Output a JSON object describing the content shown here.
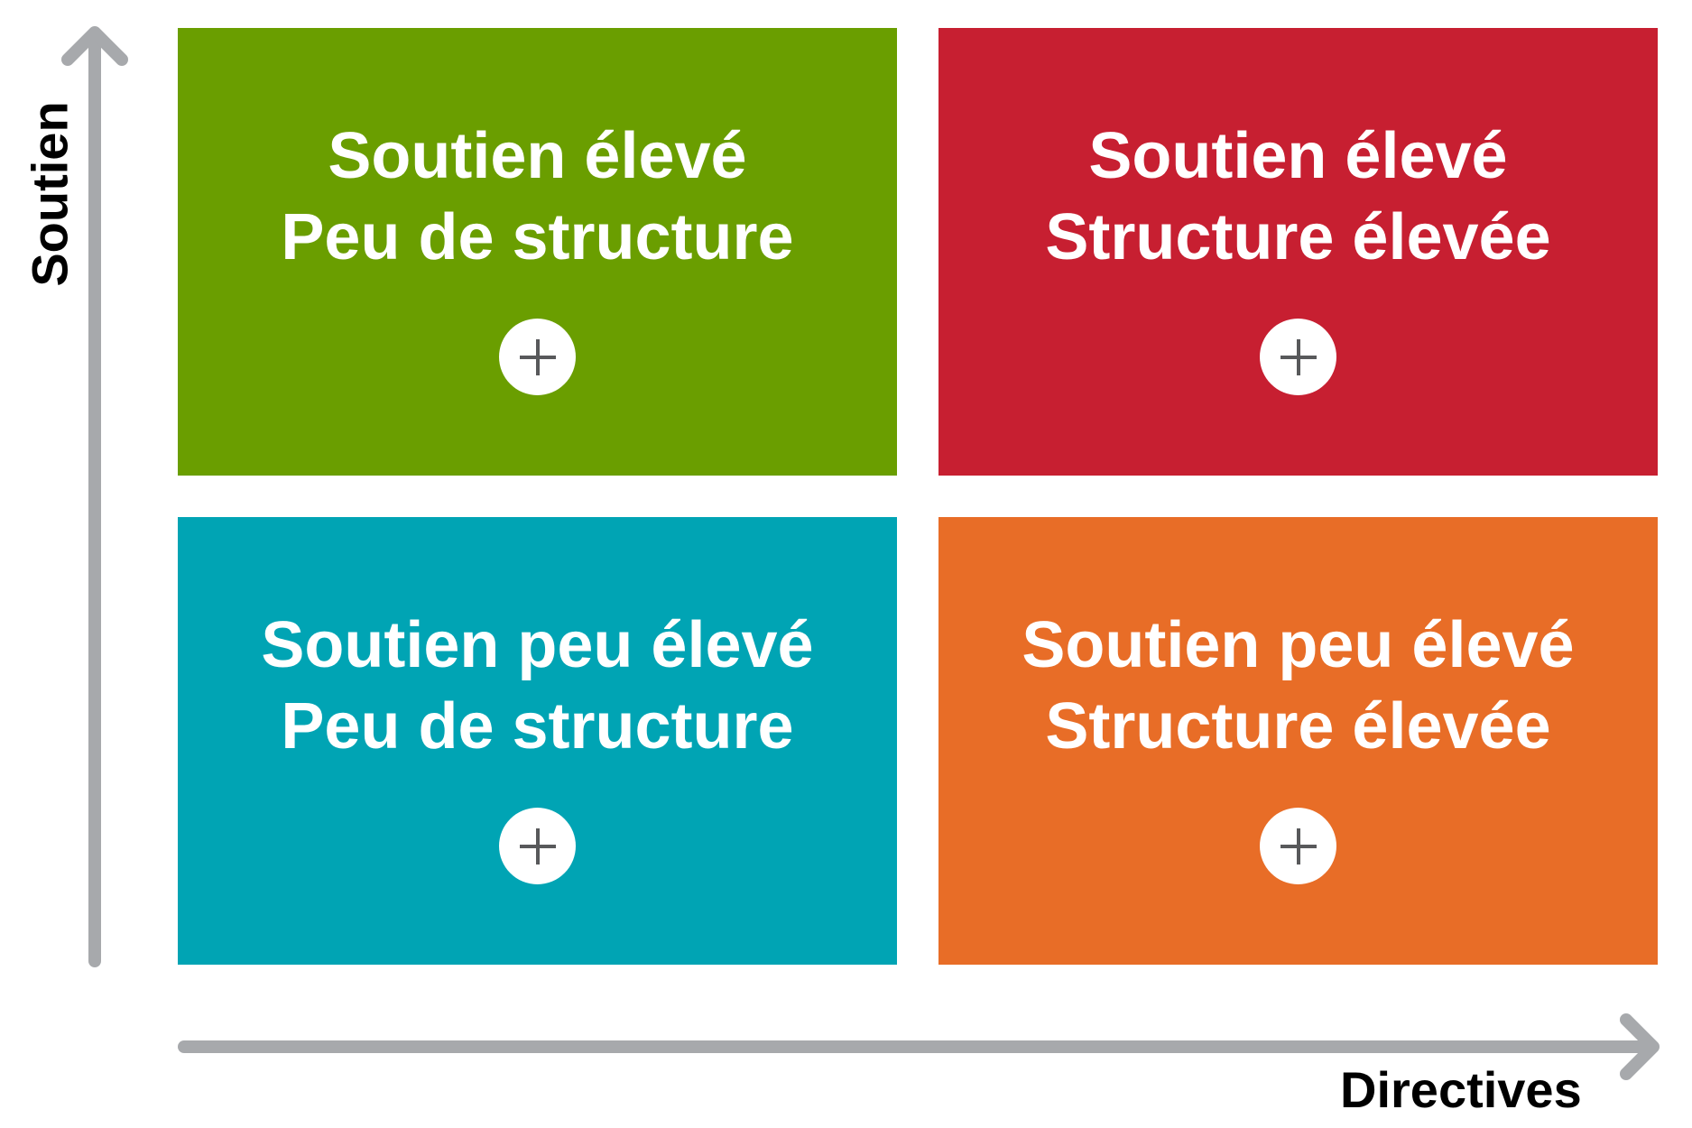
{
  "colors": {
    "top_left": "#6a9e00",
    "top_right": "#c71f31",
    "bottom_left": "#00a4b4",
    "bottom_right": "#e86d27",
    "axis": "#a7a9ac",
    "plus_icon": "#58595b"
  },
  "quadrants": {
    "top_left": {
      "line1": "Soutien élevé",
      "line2": "Peu de structure",
      "icon": "plus-icon"
    },
    "top_right": {
      "line1": "Soutien élevé",
      "line2": "Structure élevée",
      "icon": "plus-icon"
    },
    "bottom_left": {
      "line1": "Soutien peu élevé",
      "line2": "Peu de structure",
      "icon": "plus-icon"
    },
    "bottom_right": {
      "line1": "Soutien peu élevé",
      "line2": "Structure élevée",
      "icon": "plus-icon"
    }
  },
  "axes": {
    "x_label": "Directives",
    "y_label": "Soutien"
  }
}
